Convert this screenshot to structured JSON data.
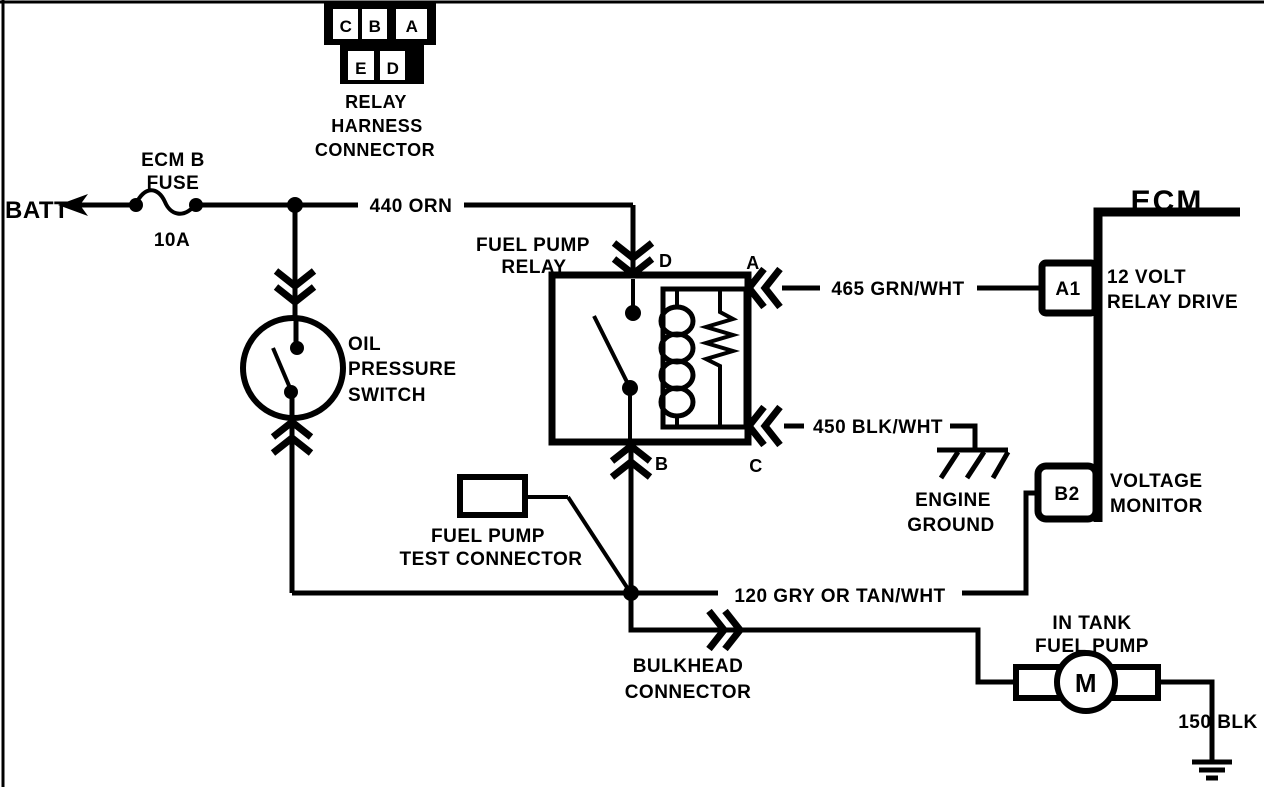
{
  "colors": {
    "ink": "#000000",
    "background": "#ffffff"
  },
  "relay_harness_connector": {
    "cells_top": [
      "C",
      "B",
      "A"
    ],
    "cells_bottom": [
      "E",
      "D"
    ],
    "label_lines": [
      "RELAY",
      "HARNESS",
      "CONNECTOR"
    ]
  },
  "battery": {
    "label": "BATT"
  },
  "fuse": {
    "name_line1": "ECM B",
    "name_line2": "FUSE",
    "rating": "10A"
  },
  "wires": {
    "w440": "440 ORN",
    "w465": "465 GRN/WHT",
    "w450": "450 BLK/WHT",
    "w120": "120 GRY OR TAN/WHT",
    "w150": "150 BLK"
  },
  "fuel_pump_relay": {
    "label_lines": [
      "FUEL PUMP",
      "RELAY"
    ],
    "terminal_d": "D",
    "terminal_a": "A",
    "terminal_b": "B",
    "terminal_c": "C"
  },
  "oil_pressure_switch": {
    "label_lines": [
      "OIL",
      "PRESSURE",
      "SWITCH"
    ]
  },
  "fuel_pump_test_connector": {
    "label_lines": [
      "FUEL PUMP",
      "TEST CONNECTOR"
    ]
  },
  "bulkhead_connector": {
    "label_lines": [
      "BULKHEAD",
      "CONNECTOR"
    ]
  },
  "engine_ground": {
    "label_lines": [
      "ENGINE",
      "GROUND"
    ]
  },
  "ecm": {
    "title": "ECM",
    "pin_a1": {
      "id": "A1",
      "function_lines": [
        "12 VOLT",
        "RELAY DRIVE"
      ]
    },
    "pin_b2": {
      "id": "B2",
      "function_lines": [
        "VOLTAGE",
        "MONITOR"
      ]
    }
  },
  "in_tank_fuel_pump": {
    "label_lines": [
      "IN TANK",
      "FUEL PUMP"
    ],
    "motor": "M"
  }
}
